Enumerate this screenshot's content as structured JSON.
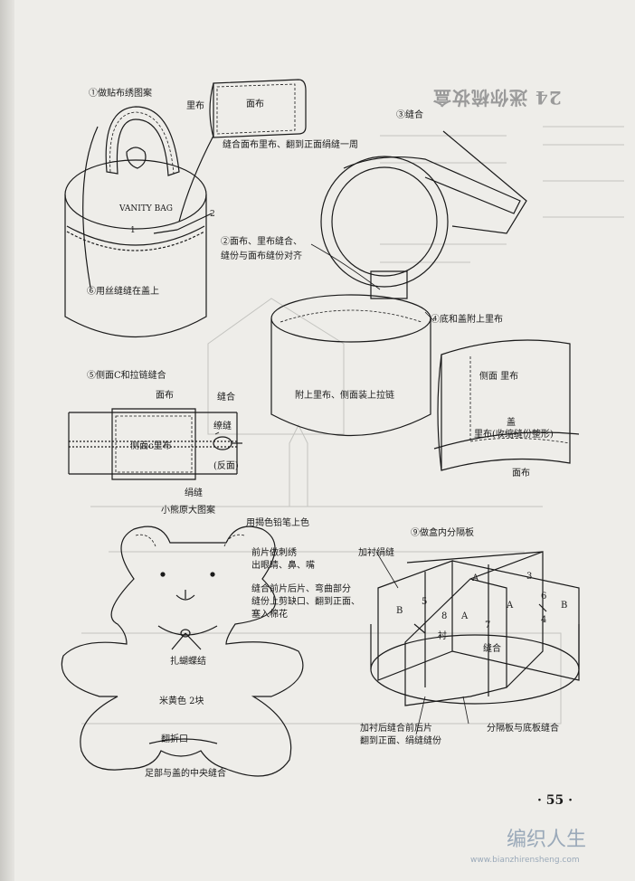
{
  "header": {
    "title": "24 迷你梳妆盒"
  },
  "steps": {
    "s1": "①做贴布绣图案",
    "s2": "②面布、里布缝合、",
    "s2b": "缝份与面布缝份对齐",
    "s3": "③缝合",
    "s4": "④底和盖附上里布",
    "s5": "⑤侧面C和拉链缝合",
    "s6": "⑥用丝缝缝在盖上",
    "s9": "⑨做盒内分隔板"
  },
  "labels": {
    "libu": "里布",
    "mianbu": "面布",
    "sew_turn": "缝合面布里布、翻到正面绢缝一周",
    "num1": "1",
    "num2": "2",
    "attach_lining": "附上里布、侧面装上拉链",
    "side_lining": "侧面  里布",
    "gai": "盖",
    "lining_shrink": "里布(收缩缝份整形)",
    "mianbu2": "面布",
    "c_mianbu": "面布",
    "c_sew": "缝合",
    "c_stitch": "缭缝",
    "c_side": "侧面c里布",
    "c_reverse": "(反面)",
    "c_edge": "绢缝",
    "bear_title": "小熊原大图案",
    "bear_color": "用揭色铅笔上色",
    "bear_embroider_1": "前片做刺绣",
    "bear_embroider_2": "出眼睛、鼻、嘴",
    "bear_sew_1": "缝合前片后片、弯曲部分",
    "bear_sew_2": "缝份上剪缺口、翻到正面、",
    "bear_sew_3": "塞入棉花",
    "bow": "扎蝴蝶结",
    "beige": "米黄色   2块",
    "return_opening": "翻折口",
    "feet_sew": "足部与盖的中央缝合",
    "lined_edge": "加衬绢缝",
    "chen": "衬",
    "feng_he": "缝合",
    "lined_back_1": "加衬后缝合前后片",
    "lined_back_2": "翻到正面、绢缝缝份",
    "divider_sew": "分隔板与底板缝合",
    "A1": "A",
    "A2": "A",
    "A3": "A",
    "B1": "B",
    "B2": "B",
    "n3": "3",
    "n4": "4",
    "n5": "5",
    "n6": "6",
    "n7": "7",
    "n8": "8",
    "bag_text": "VANITY BAG"
  },
  "footer": {
    "page_number": "· 55 ·",
    "watermark_brand": "编织人生",
    "watermark_url": "www.bianzhirensheng.com"
  }
}
